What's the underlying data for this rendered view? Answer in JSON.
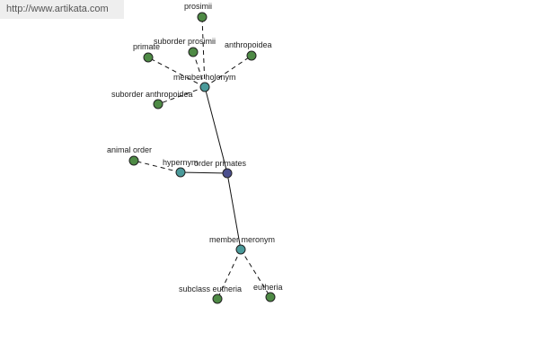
{
  "watermark": "http://www.artikata.com",
  "colors": {
    "center": "#4b4f8e",
    "relation": "#4a9a9a",
    "leaf": "#4e8a45"
  },
  "nodes": {
    "order_primates": "order primates",
    "member_holonym": "member holonym",
    "hypernym": "hypernym",
    "member_meronym": "member meronym",
    "prosimii": "prosimii",
    "primate": "primate",
    "suborder_prosimii": "suborder prosimii",
    "anthropoidea": "anthropoidea",
    "suborder_anthropoidea": "suborder anthropoidea",
    "animal_order": "animal order",
    "subclass_eutheria": "subclass eutheria",
    "eutheria": "eutheria"
  }
}
